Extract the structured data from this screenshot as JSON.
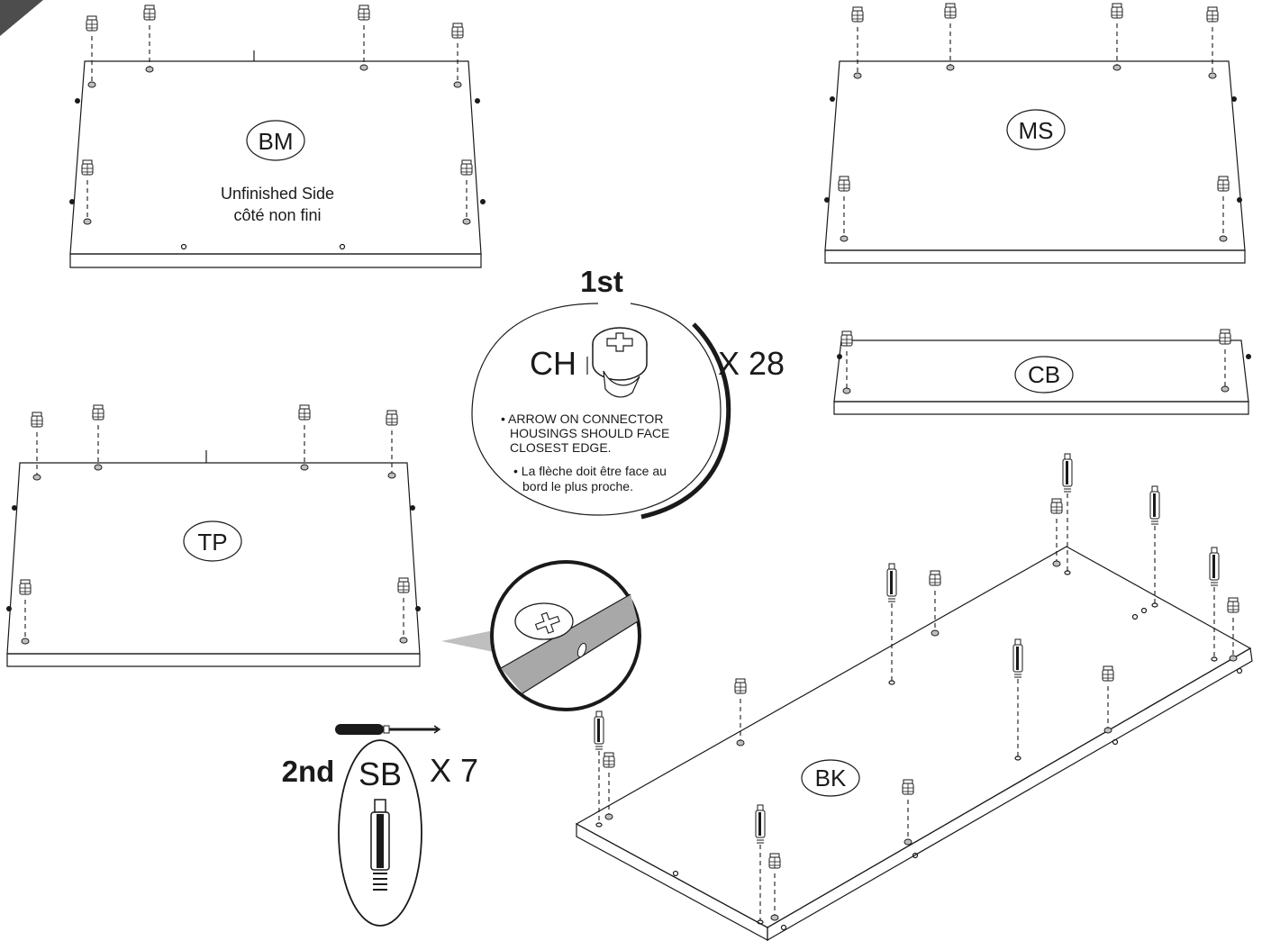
{
  "panels": {
    "bm": {
      "code": "BM",
      "note_en": "Unfinished Side",
      "note_fr": "côté non fini"
    },
    "ms": {
      "code": "MS"
    },
    "cb": {
      "code": "CB"
    },
    "tp": {
      "code": "TP"
    },
    "bk": {
      "code": "BK"
    }
  },
  "step1": {
    "order": "1st",
    "part": "CH",
    "qty": "X 28",
    "note_en": [
      "• ARROW ON CONNECTOR",
      "HOUSINGS SHOULD FACE",
      "CLOSEST EDGE."
    ],
    "note_fr": [
      "• La flèche doit être face au",
      "bord le plus proche."
    ]
  },
  "step2": {
    "order": "2nd",
    "part": "SB",
    "qty": "X 7"
  },
  "icons": [
    "cam-housing-icon",
    "screwdriver-icon",
    "cam-bolt-icon",
    "detail-magnifier-icon"
  ],
  "colors": {
    "line": "#1a1a1a",
    "hole": "#bfbfbf",
    "corner": "#4d4d4d"
  }
}
